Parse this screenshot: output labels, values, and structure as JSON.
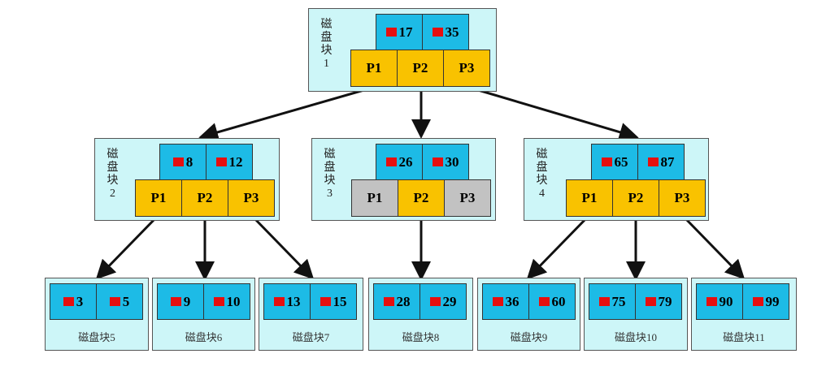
{
  "colors": {
    "block_bg": "#cdf6f8",
    "key": "#1dbbe6",
    "pointer": "#f9c200",
    "pointer_inactive": "#c2c2c2",
    "marker": "#e60f0f"
  },
  "internal_blocks": [
    {
      "label": "磁盘块1",
      "keys": [
        "17",
        "35"
      ],
      "pointers": [
        "P1",
        "P2",
        "P3"
      ],
      "inactive": []
    },
    {
      "label": "磁盘块2",
      "keys": [
        "8",
        "12"
      ],
      "pointers": [
        "P1",
        "P2",
        "P3"
      ],
      "inactive": []
    },
    {
      "label": "磁盘块3",
      "keys": [
        "26",
        "30"
      ],
      "pointers": [
        "P1",
        "P2",
        "P3"
      ],
      "inactive": [
        0,
        2
      ]
    },
    {
      "label": "磁盘块4",
      "keys": [
        "65",
        "87"
      ],
      "pointers": [
        "P1",
        "P2",
        "P3"
      ],
      "inactive": []
    }
  ],
  "leaf_blocks": [
    {
      "label": "磁盘块5",
      "keys": [
        "3",
        "5"
      ]
    },
    {
      "label": "磁盘块6",
      "keys": [
        "9",
        "10"
      ]
    },
    {
      "label": "磁盘块7",
      "keys": [
        "13",
        "15"
      ]
    },
    {
      "label": "磁盘块8",
      "keys": [
        "28",
        "29"
      ]
    },
    {
      "label": "磁盘块9",
      "keys": [
        "36",
        "60"
      ]
    },
    {
      "label": "磁盘块10",
      "keys": [
        "75",
        "79"
      ]
    },
    {
      "label": "磁盘块11",
      "keys": [
        "90",
        "99"
      ]
    }
  ]
}
